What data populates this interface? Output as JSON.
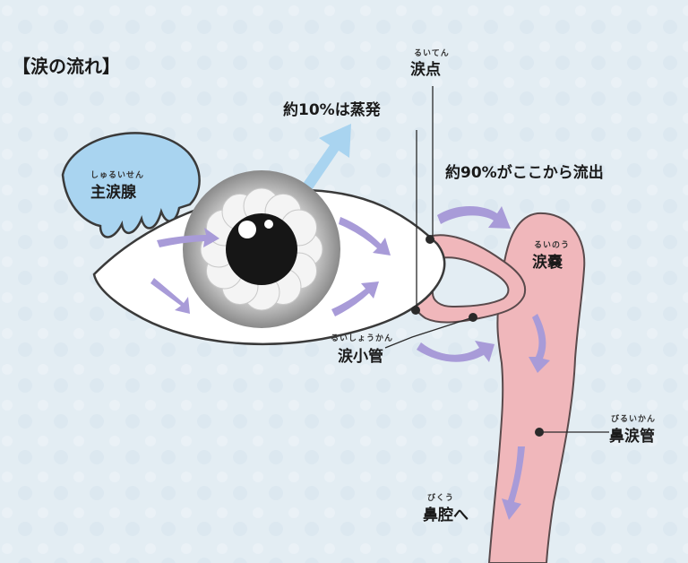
{
  "title": "【涙の流れ】",
  "labels": {
    "evaporation": "約10%は蒸発",
    "outflow": "約90%がここから流出",
    "main_gland": {
      "text": "主涙腺",
      "ruby": "しゅるいせん"
    },
    "punctum": {
      "text": "涙点",
      "ruby": "るいてん"
    },
    "sac": {
      "text": "涙嚢",
      "ruby": "るいのう"
    },
    "canaliculus": {
      "text": "涙小管",
      "ruby": "るいしょうかん"
    },
    "nasolacrimal_duct": {
      "text": "鼻涙管",
      "ruby": "びるいかん"
    },
    "nasal_cavity": {
      "text": "鼻腔へ",
      "ruby": "びくう"
    }
  },
  "colors": {
    "background": "#e3edf3",
    "gland": "#a9d4f0",
    "duct": "#f0b7bb",
    "duct_outline": "#5a4a4c",
    "flow_arrow": "#a89bd8",
    "vapor_arrow": "#a9d4f0",
    "text": "#1a1a1a"
  }
}
